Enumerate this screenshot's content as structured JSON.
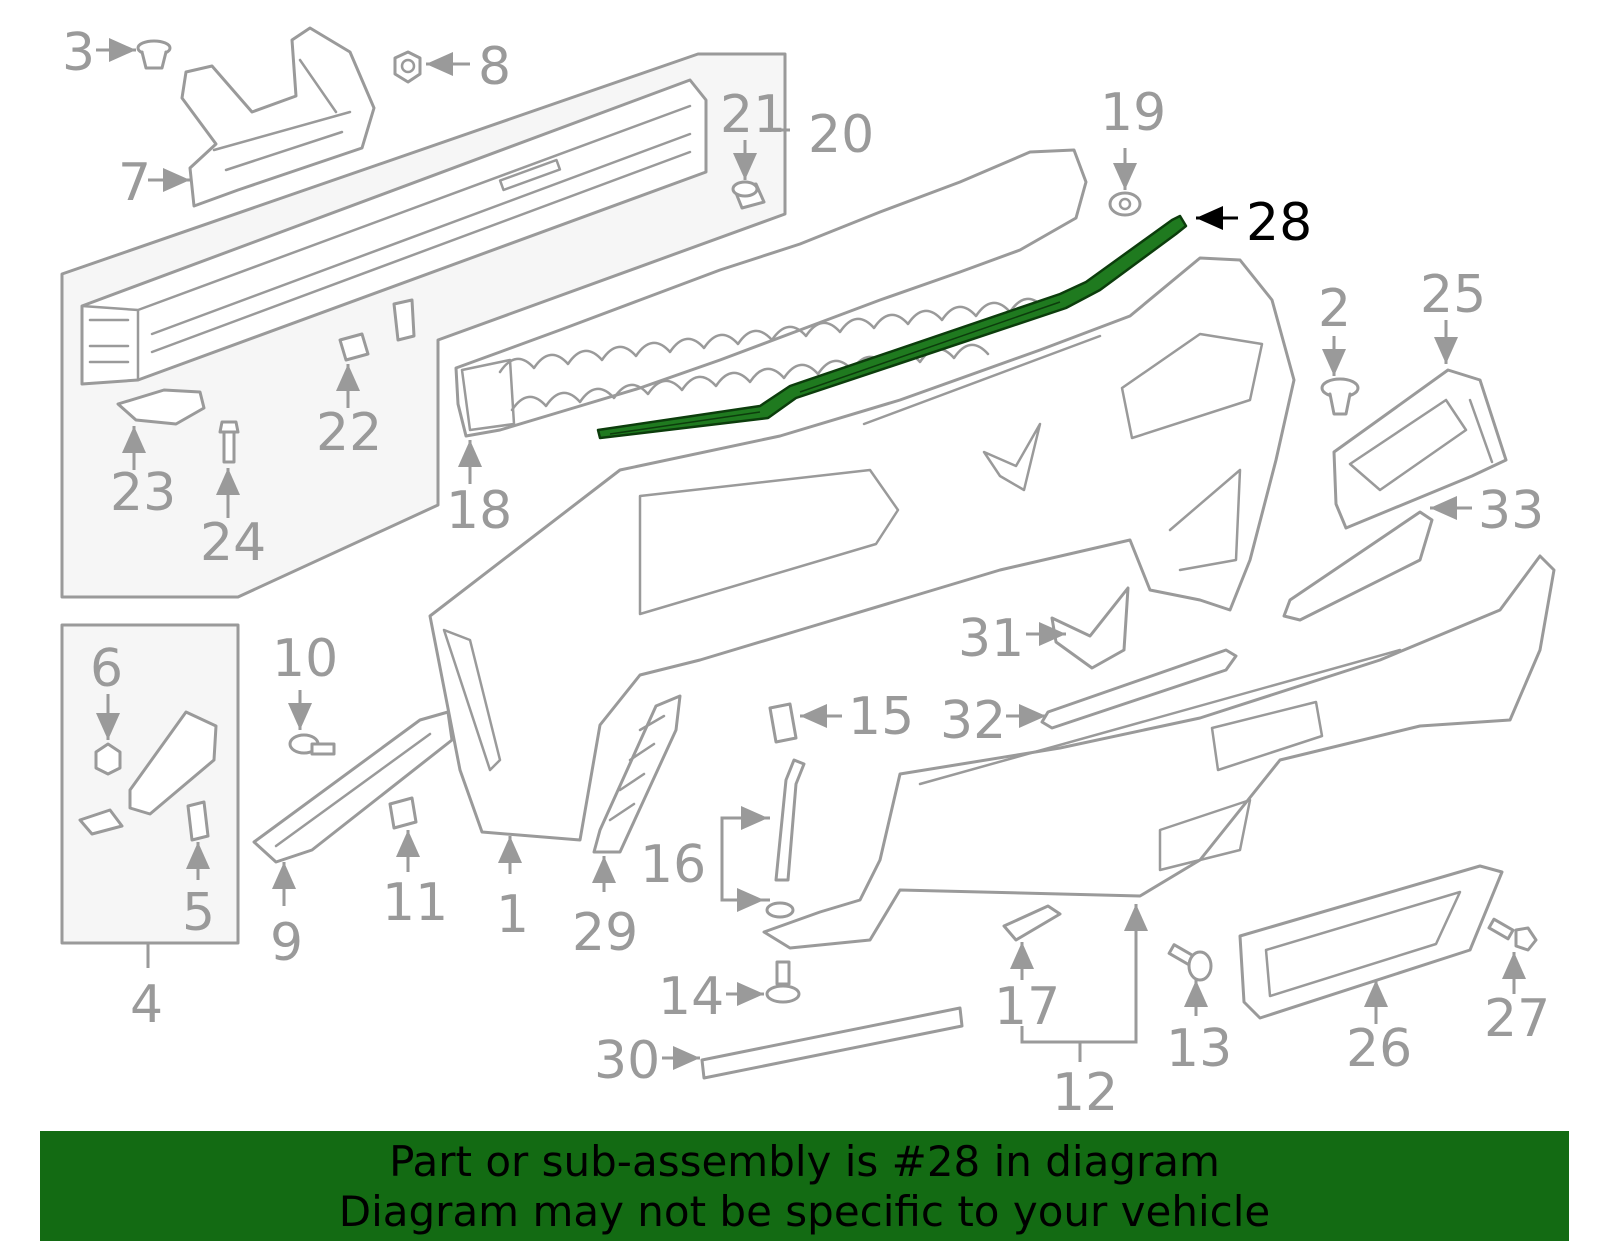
{
  "diagram": {
    "callouts": [
      "1",
      "2",
      "3",
      "4",
      "5",
      "6",
      "7",
      "8",
      "9",
      "10",
      "11",
      "12",
      "13",
      "14",
      "15",
      "16",
      "17",
      "18",
      "19",
      "20",
      "21",
      "22",
      "23",
      "24",
      "25",
      "26",
      "27",
      "28",
      "29",
      "30",
      "31",
      "32",
      "33"
    ],
    "highlighted_part": "28",
    "colors": {
      "highlight": "#1f7a1f",
      "line_art": "#9a9a9a",
      "banner": "#136b13"
    }
  },
  "banner": {
    "line1": "Part or sub-assembly is #28 in diagram",
    "line2": "Diagram may not be specific to your vehicle"
  }
}
